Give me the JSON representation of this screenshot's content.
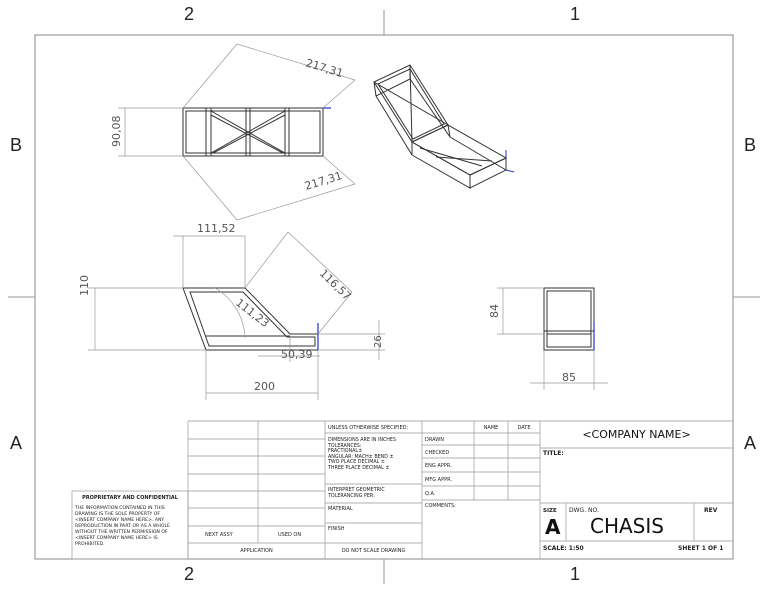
{
  "zones": {
    "top": [
      "2",
      "1"
    ],
    "bottom": [
      "2",
      "1"
    ],
    "left": [
      "B",
      "A"
    ],
    "right": [
      "B",
      "A"
    ]
  },
  "dimensions": {
    "top_view": {
      "height": "90,08",
      "diag_upper": "217,31",
      "diag_lower": "217,31"
    },
    "front_view": {
      "top_width": "111,52",
      "slope": "116,57",
      "height": "110",
      "radius": "111,23",
      "inner_width": "50,39",
      "small_height": "26",
      "base_width": "200"
    },
    "side_view": {
      "height": "84",
      "width": "85"
    }
  },
  "title_block": {
    "proprietary_title": "PROPRIETARY AND CONFIDENTIAL",
    "proprietary_text": "THE INFORMATION CONTAINED IN THIS\nDRAWING IS THE SOLE PROPERTY OF\n<INSERT COMPANY NAME HERE>.  ANY\nREPRODUCTION IN PART OR AS A WHOLE\nWITHOUT THE WRITTEN PERMISSION OF\n<INSERT COMPANY NAME HERE> IS\nPROHIBITED.",
    "next_assy": "NEXT ASSY",
    "used_on": "USED ON",
    "application": "APPLICATION",
    "unless_specified": "UNLESS OTHERWISE SPECIFIED:",
    "dimensions_note": "DIMENSIONS ARE IN INCHES\nTOLERANCES:\nFRACTIONAL±\nANGULAR: MACH±    BEND ±\nTWO PLACE DECIMAL    ±\nTHREE PLACE DECIMAL  ±",
    "interpret": "INTERPRET GEOMETRIC\nTOLERANCING PER:",
    "material": "MATERIAL",
    "finish": "FINISH",
    "do_not_scale": "DO NOT SCALE DRAWING",
    "name_header": "NAME",
    "date_header": "DATE",
    "rows": [
      "DRAWN",
      "CHECKED",
      "ENG APPR.",
      "MFG APPR.",
      "Q.A.",
      "COMMENTS:"
    ],
    "company": "<COMPANY NAME>",
    "title_label": "TITLE:",
    "size_label": "SIZE",
    "size_value": "A",
    "dwg_label": "DWG.  NO.",
    "dwg_value": "CHASIS",
    "rev_label": "REV",
    "scale": "SCALE: 1:50",
    "sheet": "SHEET 1 OF 1"
  }
}
